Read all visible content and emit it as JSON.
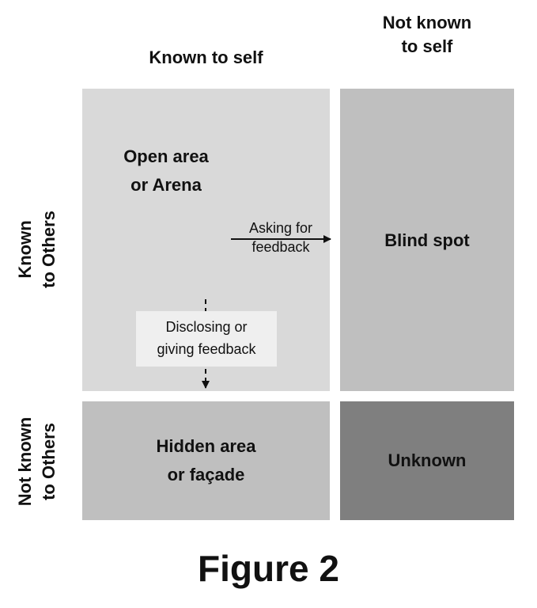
{
  "column_headers": {
    "known_to_self": "Known to self",
    "not_known_to_self_line1": "Not known",
    "not_known_to_self_line2": "to self"
  },
  "row_headers": {
    "known_to_others_line1": "Known",
    "known_to_others_line2": "to Others",
    "not_known_to_others_line1": "Not known",
    "not_known_to_others_line2": "to Others"
  },
  "quadrants": {
    "open_line1": "Open area",
    "open_line2": "or Arena",
    "blind": "Blind spot",
    "hidden_line1": "Hidden area",
    "hidden_line2": "or façade",
    "unknown": "Unknown"
  },
  "arrows": {
    "asking_line1": "Asking for",
    "asking_line2": "feedback",
    "disclosing_line1": "Disclosing or",
    "disclosing_line2": "giving feedback"
  },
  "caption": "Figure 2",
  "colors": {
    "open_area": "#d9d9d9",
    "blind_spot": "#bfbfbf",
    "hidden_area": "#bfbfbf",
    "unknown": "#7f7f7f",
    "label_box": "#efefef"
  }
}
